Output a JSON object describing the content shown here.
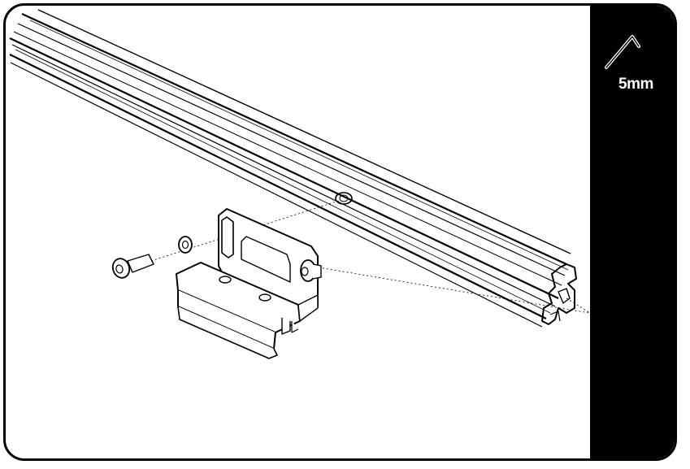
{
  "tool": {
    "icon": "hex-key-icon",
    "size_label": "5mm"
  },
  "illustration": {
    "parts": [
      "aluminium-rail",
      "mounting-bracket",
      "bolt",
      "washer",
      "t-nut"
    ],
    "colors": {
      "sidebar": "#000000",
      "line": "#000000",
      "paper": "#ffffff"
    }
  }
}
